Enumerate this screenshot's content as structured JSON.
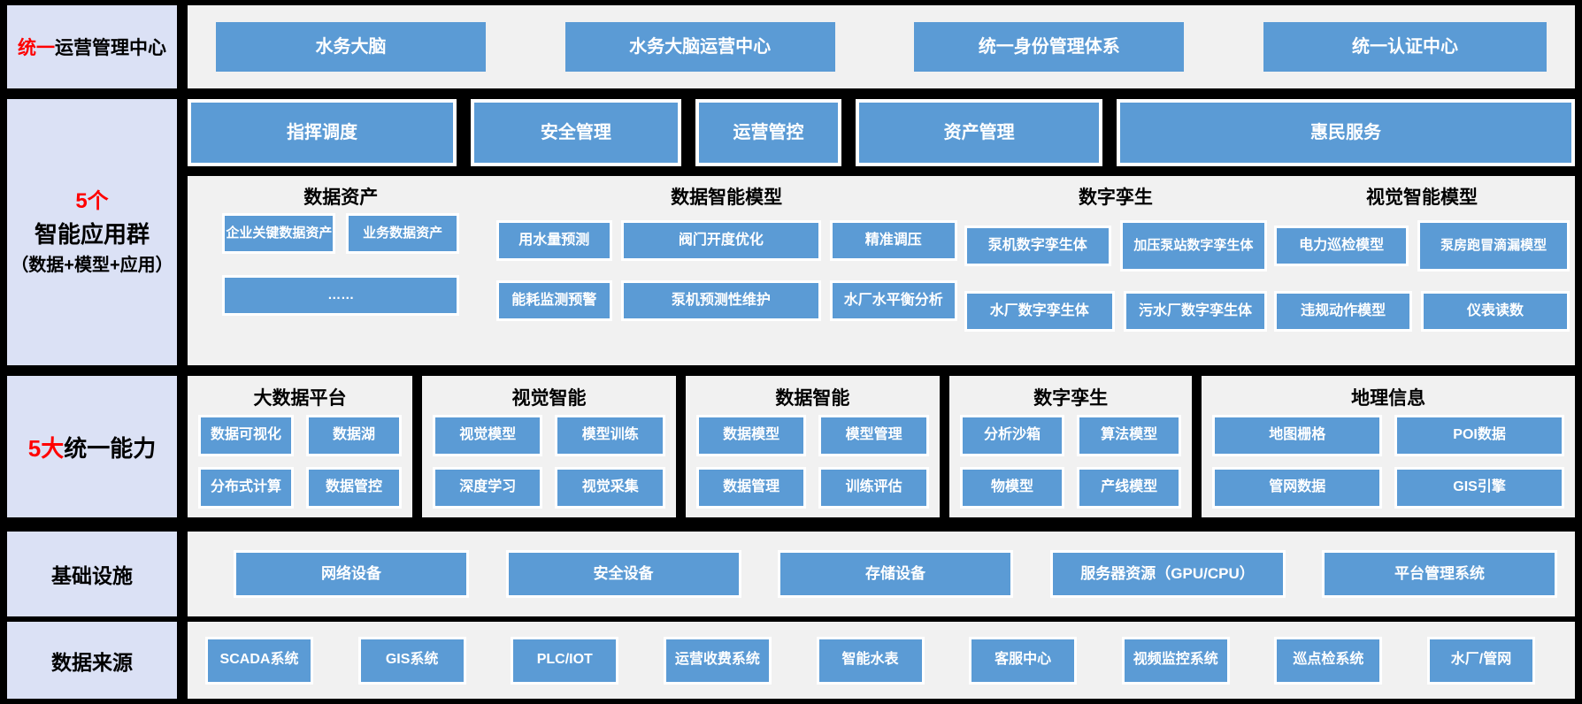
{
  "colors": {
    "box_blue": "#5b9bd5",
    "panel_gray": "#f1f1f1",
    "label_lavender": "#dbe1f5",
    "highlight_red": "#ff0000",
    "background": "#000000"
  },
  "ops_center": {
    "label": {
      "highlight": "统一",
      "rest": "运营管理中心"
    },
    "boxes": [
      "水务大脑",
      "水务大脑运营中心",
      "统一身份管理体系",
      "统一认证中心"
    ]
  },
  "app_groups": {
    "label": {
      "line1": "5个",
      "line2": "智能应用群",
      "line3": "（数据+模型+应用）"
    },
    "header_boxes": [
      "指挥调度",
      "安全管理",
      "运营管控",
      "资产管理",
      "惠民服务"
    ],
    "groups": [
      {
        "title": "数据资产",
        "rows": [
          [
            "企业关键数据资产",
            "业务数据资产"
          ],
          [
            "……"
          ]
        ]
      },
      {
        "title": "数据智能模型",
        "rows": [
          [
            "用水量预测",
            "阀门开度优化",
            "精准调压"
          ],
          [
            "能耗监测预警",
            "泵机预测性维护",
            "水厂水平衡分析"
          ]
        ]
      },
      {
        "title": "数字孪生",
        "rows": [
          [
            "泵机数字孪生体",
            "加压泵站数字孪生体"
          ],
          [
            "水厂数字孪生体",
            "污水厂数字孪生体"
          ]
        ]
      },
      {
        "title": "视觉智能模型",
        "rows": [
          [
            "电力巡检模型",
            "泵房跑冒滴漏模型"
          ],
          [
            "违规动作模型",
            "仪表读数"
          ]
        ]
      }
    ]
  },
  "capabilities": {
    "label": {
      "highlight": "5大",
      "rest": "统一能力"
    },
    "groups": [
      {
        "title": "大数据平台",
        "boxes": [
          "数据可视化",
          "数据湖",
          "分布式计算",
          "数据管控"
        ]
      },
      {
        "title": "视觉智能",
        "boxes": [
          "视觉模型",
          "模型训练",
          "深度学习",
          "视觉采集"
        ]
      },
      {
        "title": "数据智能",
        "boxes": [
          "数据模型",
          "模型管理",
          "数据管理",
          "训练评估"
        ]
      },
      {
        "title": "数字孪生",
        "boxes": [
          "分析沙箱",
          "算法模型",
          "物模型",
          "产线模型"
        ]
      },
      {
        "title": "地理信息",
        "boxes": [
          "地图栅格",
          "POI数据",
          "管网数据",
          "GIS引擎"
        ]
      }
    ]
  },
  "infrastructure": {
    "label": "基础设施",
    "boxes": [
      "网络设备",
      "安全设备",
      "存储设备",
      "服务器资源（GPU/CPU）",
      "平台管理系统"
    ]
  },
  "data_sources": {
    "label": "数据来源",
    "boxes": [
      "SCADA系统",
      "GIS系统",
      "PLC/IOT",
      "运营收费系统",
      "智能水表",
      "客服中心",
      "视频监控系统",
      "巡点检系统",
      "水厂/管网"
    ]
  }
}
